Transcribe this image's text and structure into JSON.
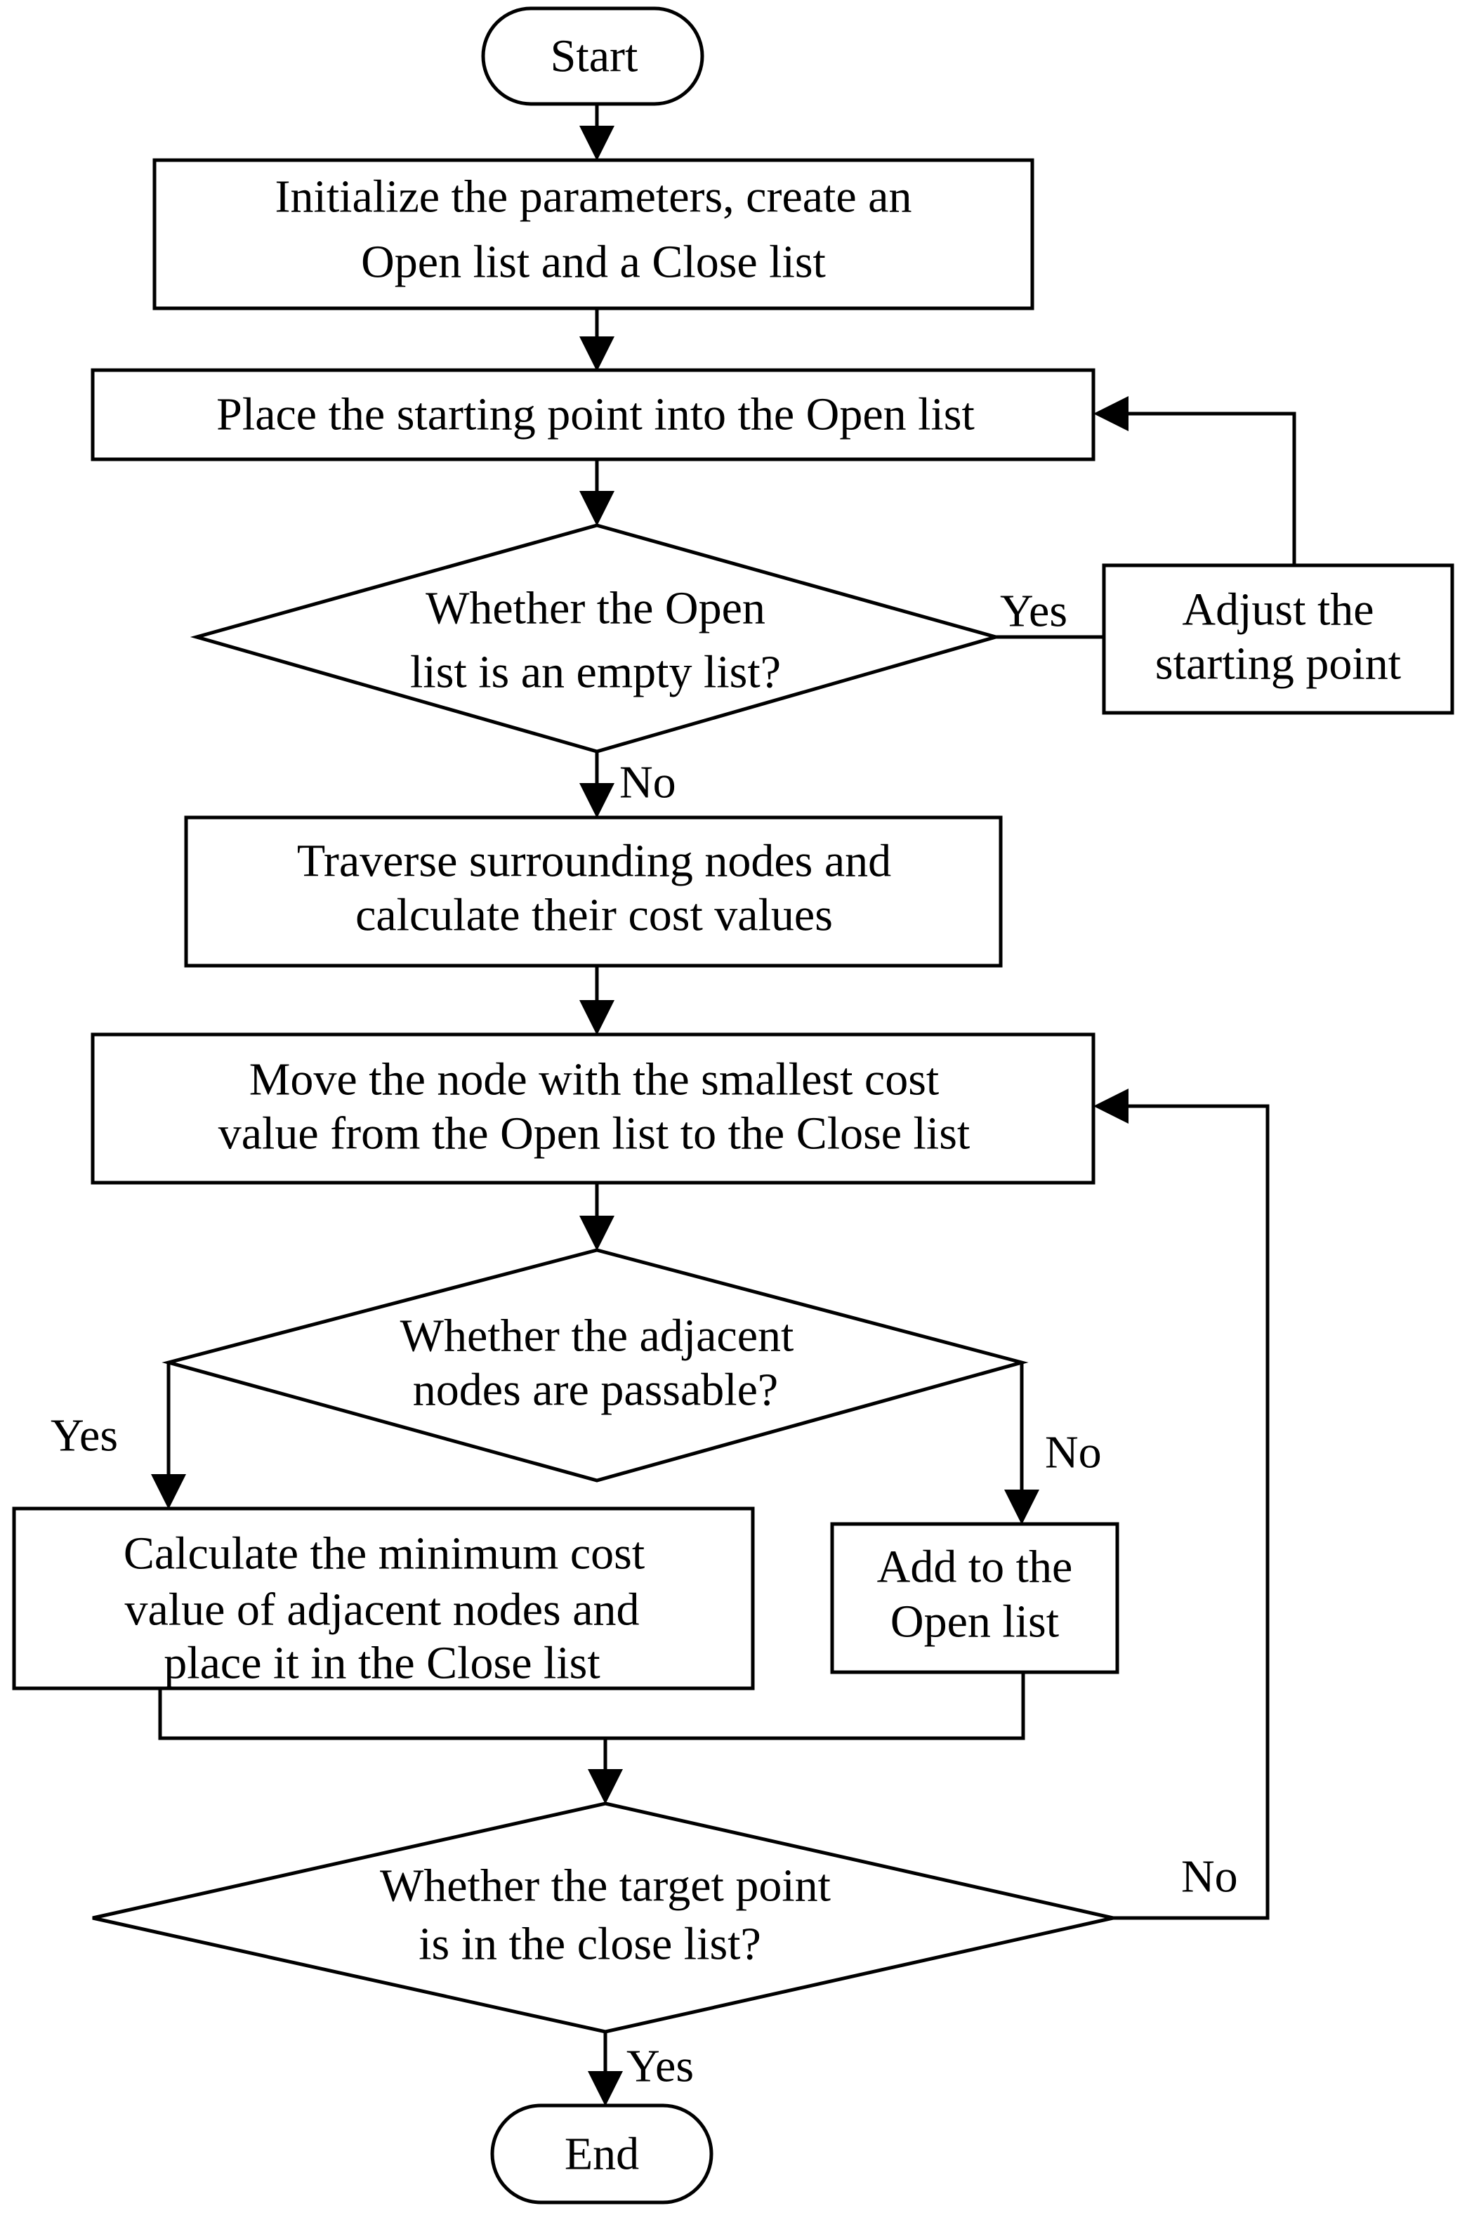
{
  "nodes": {
    "start": "Start",
    "init": [
      "Initialize the parameters, create an",
      "Open list and a Close list"
    ],
    "place_start": "Place the starting point into the Open list",
    "open_empty": [
      "Whether the Open",
      "list is an empty list?"
    ],
    "adjust_start": [
      "Adjust the",
      "starting point"
    ],
    "traverse": [
      "Traverse surrounding nodes and",
      "calculate their cost values"
    ],
    "move_node": [
      "Move the node with the smallest cost",
      "value from the Open list to the Close list"
    ],
    "adjacent_passable": [
      "Whether the adjacent",
      "nodes are passable?"
    ],
    "calc_min": [
      "Calculate the minimum cost",
      "value of adjacent nodes and",
      "place it in the Close list"
    ],
    "add_open": [
      "Add to the",
      "Open list"
    ],
    "target_in_close": [
      "Whether the target point",
      "is in the close list?"
    ],
    "end": "End"
  },
  "edge_labels": {
    "empty_yes": "Yes",
    "empty_no": "No",
    "passable_yes": "Yes",
    "passable_no": "No",
    "target_no": "No",
    "target_yes": "Yes"
  }
}
